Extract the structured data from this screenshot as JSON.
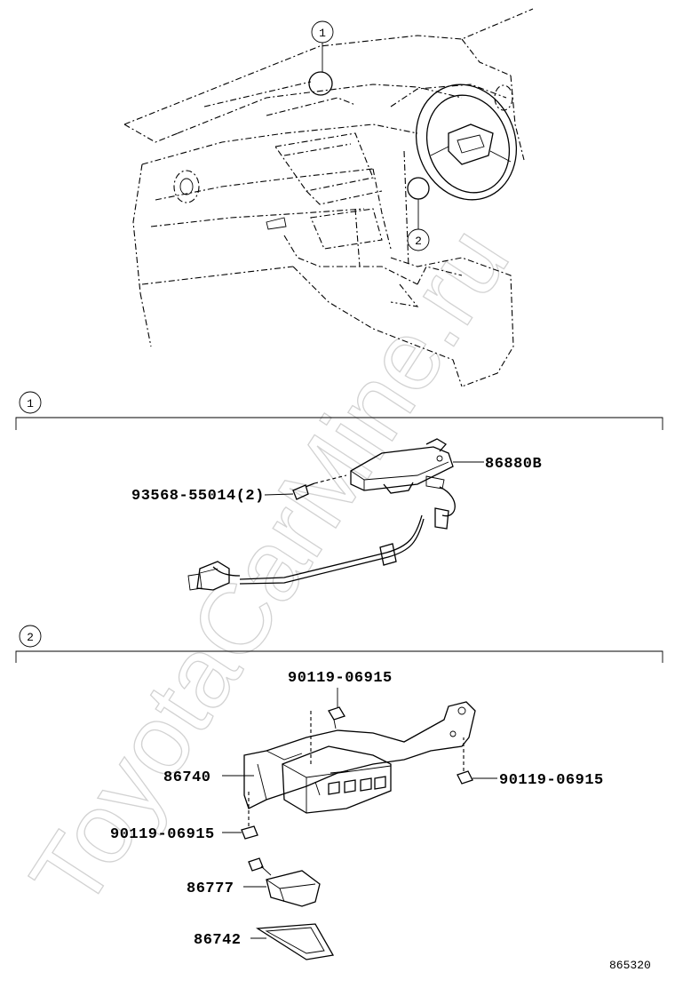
{
  "watermark": "ToyotaCarMine.ru",
  "figure_id": "865320",
  "callouts": [
    "1",
    "2"
  ],
  "section_1": {
    "index": "1",
    "parts": [
      {
        "label": "86880B"
      },
      {
        "label": "93568-55014(2)"
      }
    ]
  },
  "section_2": {
    "index": "2",
    "parts": [
      {
        "label": "90119-06915"
      },
      {
        "label": "86740"
      },
      {
        "label": "90119-06915"
      },
      {
        "label": "90119-06915"
      },
      {
        "label": "86777"
      },
      {
        "label": "86742"
      }
    ]
  }
}
